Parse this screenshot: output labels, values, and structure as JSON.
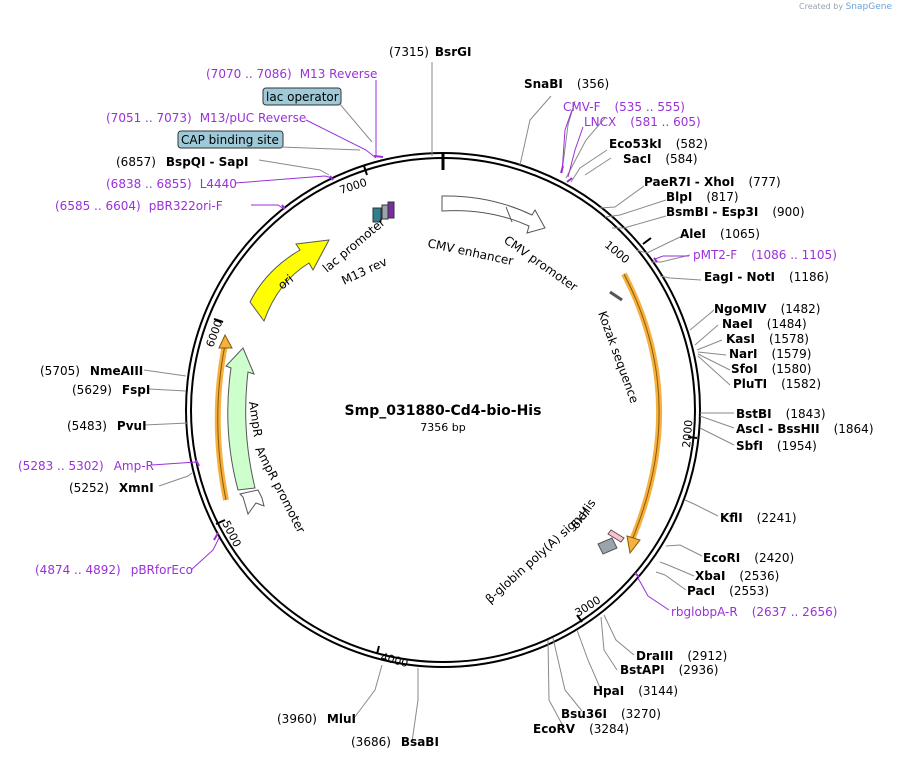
{
  "app": {
    "created_by": "Created by",
    "brand": "SnapGene"
  },
  "plasmid": {
    "name": "Smp_031880-Cd4-bio-His",
    "length_label": "7356 bp",
    "total_bp": 7356
  },
  "ticks": [
    "1000",
    "2000",
    "3000",
    "4000",
    "5000",
    "6000",
    "7000"
  ],
  "sites": [
    {
      "label": "BsrGI",
      "pos_text": "(7315)"
    },
    {
      "label": "SnaBI",
      "pos_text": "(356)"
    },
    {
      "label": "Eco53kI",
      "pos_text": "(582)"
    },
    {
      "label": "SacI",
      "pos_text": "(584)"
    },
    {
      "label": "PaeR7I",
      "label2": "XhoI",
      "pos_text": "(777)"
    },
    {
      "label": "BlpI",
      "pos_text": "(817)"
    },
    {
      "label": "BsmBI",
      "label2": "Esp3I",
      "pos_text": "(900)"
    },
    {
      "label": "AleI",
      "pos_text": "(1065)"
    },
    {
      "label": "EagI",
      "label2": "NotI",
      "pos_text": "(1186)"
    },
    {
      "label": "NgoMIV",
      "pos_text": "(1482)"
    },
    {
      "label": "NaeI",
      "pos_text": "(1484)"
    },
    {
      "label": "KasI",
      "pos_text": "(1578)"
    },
    {
      "label": "NarI",
      "pos_text": "(1579)"
    },
    {
      "label": "SfoI",
      "pos_text": "(1580)"
    },
    {
      "label": "PluTI",
      "pos_text": "(1582)"
    },
    {
      "label": "BstBI",
      "pos_text": "(1843)"
    },
    {
      "label": "AscI",
      "label2": "BssHII",
      "pos_text": "(1864)"
    },
    {
      "label": "SbfI",
      "pos_text": "(1954)"
    },
    {
      "label": "KflI",
      "pos_text": "(2241)"
    },
    {
      "label": "EcoRI",
      "pos_text": "(2420)"
    },
    {
      "label": "XbaI",
      "pos_text": "(2536)"
    },
    {
      "label": "PacI",
      "pos_text": "(2553)"
    },
    {
      "label": "DraIII",
      "pos_text": "(2912)"
    },
    {
      "label": "BstAPI",
      "pos_text": "(2936)"
    },
    {
      "label": "HpaI",
      "pos_text": "(3144)"
    },
    {
      "label": "Bsu36I",
      "pos_text": "(3270)"
    },
    {
      "label": "EcoRV",
      "pos_text": "(3284)"
    },
    {
      "label": "BsaBI",
      "pos_text": "(3686)"
    },
    {
      "label": "MluI",
      "pos_text": "(3960)"
    },
    {
      "label": "XmnI",
      "pos_text": "(5252)"
    },
    {
      "label": "PvuI",
      "pos_text": "(5483)"
    },
    {
      "label": "FspI",
      "pos_text": "(5629)"
    },
    {
      "label": "NmeAIII",
      "pos_text": "(5705)"
    },
    {
      "label": "BspQI",
      "label2": "SapI",
      "pos_text": "(6857)"
    }
  ],
  "primers": [
    {
      "label": "M13 Reverse",
      "range": "(7070 .. 7086)"
    },
    {
      "label": "M13/pUC Reverse",
      "range": "(7051 .. 7073)"
    },
    {
      "label": "L4440",
      "range": "(6838 .. 6855)"
    },
    {
      "label": "pBR322ori-F",
      "range": "(6585 .. 6604)"
    },
    {
      "label": "CMV-F",
      "range": "(535 .. 555)"
    },
    {
      "label": "LNCX",
      "range": "(581 .. 605)"
    },
    {
      "label": "pMT2-F",
      "range": "(1086 .. 1105)"
    },
    {
      "label": "rbglobpA-R",
      "range": "(2637 .. 2656)"
    },
    {
      "label": "pBRforEco",
      "range": "(4874 .. 4892)"
    },
    {
      "label": "Amp-R",
      "range": "(5283 .. 5302)"
    }
  ],
  "boxed_features": [
    {
      "label": "lac operator"
    },
    {
      "label": "CAP binding site"
    }
  ],
  "features": [
    {
      "label": "CMV enhancer"
    },
    {
      "label": "CMV promoter"
    },
    {
      "label": "Kozak sequence"
    },
    {
      "label": "6xHis"
    },
    {
      "label": "β-globin poly(A) signal"
    },
    {
      "label": "AmpR promoter"
    },
    {
      "label": "AmpR"
    },
    {
      "label": "ori"
    },
    {
      "label": "lac promoter"
    },
    {
      "label": "M13 rev"
    }
  ],
  "colors": {
    "primer": "#9b30d9",
    "ori": "#ffff00",
    "ampr": "#ccffcc",
    "orf": "#f5b041",
    "boxed_feature": "#9ec9d9",
    "small_feature": "#9aa4ad"
  }
}
